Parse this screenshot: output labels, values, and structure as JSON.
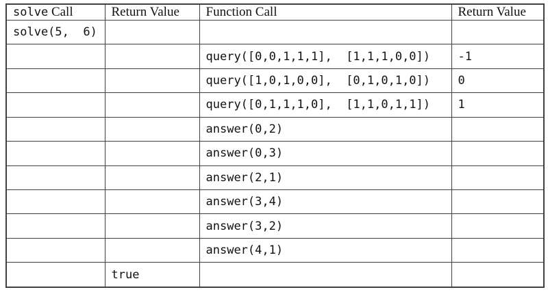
{
  "page": {
    "background_color": "#ffffff",
    "text_color": "#111111",
    "border_color": "#3f3f3f"
  },
  "table": {
    "headers": [
      {
        "code": "solve",
        "text": " Call"
      },
      {
        "code": "",
        "text": "Return Value"
      },
      {
        "code": "",
        "text": "Function Call"
      },
      {
        "code": "",
        "text": "Return Value"
      }
    ],
    "rows": [
      [
        "solve(5,  6)",
        "",
        "",
        ""
      ],
      [
        "",
        "",
        "query([0,0,1,1,1],  [1,1,1,0,0])",
        "-1"
      ],
      [
        "",
        "",
        "query([1,0,1,0,0],  [0,1,0,1,0])",
        "0"
      ],
      [
        "",
        "",
        "query([0,1,1,1,0],  [1,1,0,1,1])",
        "1"
      ],
      [
        "",
        "",
        "answer(0,2)",
        ""
      ],
      [
        "",
        "",
        "answer(0,3)",
        ""
      ],
      [
        "",
        "",
        "answer(2,1)",
        ""
      ],
      [
        "",
        "",
        "answer(3,4)",
        ""
      ],
      [
        "",
        "",
        "answer(3,2)",
        ""
      ],
      [
        "",
        "",
        "answer(4,1)",
        ""
      ],
      [
        "",
        "true",
        "",
        ""
      ]
    ]
  }
}
